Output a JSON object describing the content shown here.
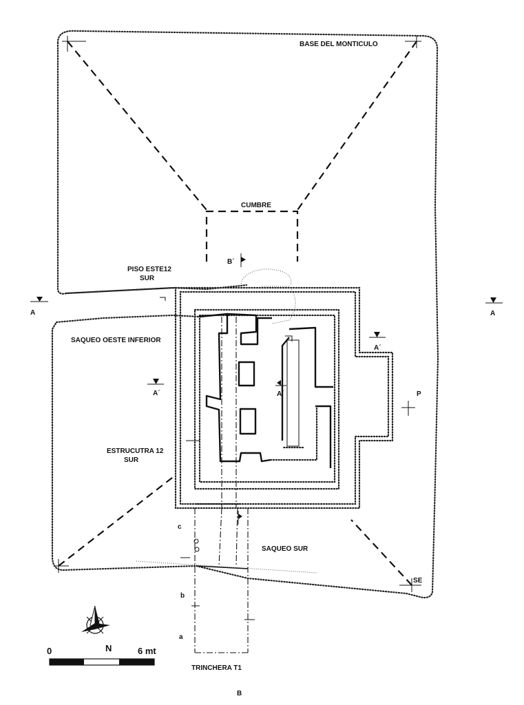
{
  "labels": {
    "base_monticulo": "BASE DEL MONTICULO",
    "cumbre": "CUMBRE",
    "piso_line1": "PISO ESTE12",
    "piso_line2": "SUR",
    "saqueo_oeste": "SAQUEO OESTE INFERIOR",
    "estructura_line1": "ESTRUCUTRA 12",
    "estructura_line2": "SUR",
    "saqueo_sur": "SAQUEO SUR",
    "trinchera": "TRINCHERA T1",
    "se": "SE",
    "p": "P",
    "seg_a": "a",
    "seg_b": "b",
    "seg_c": "c",
    "section_b": "B",
    "section_b_prime": "B´",
    "section_a_left": "A",
    "section_a_right": "A",
    "section_a_prime_1": "A´",
    "section_a_prime_2": "A´",
    "section_a_prime_3": "A´"
  },
  "scale": {
    "start": "0",
    "end": "6 mt"
  },
  "north": {
    "label": "N"
  }
}
